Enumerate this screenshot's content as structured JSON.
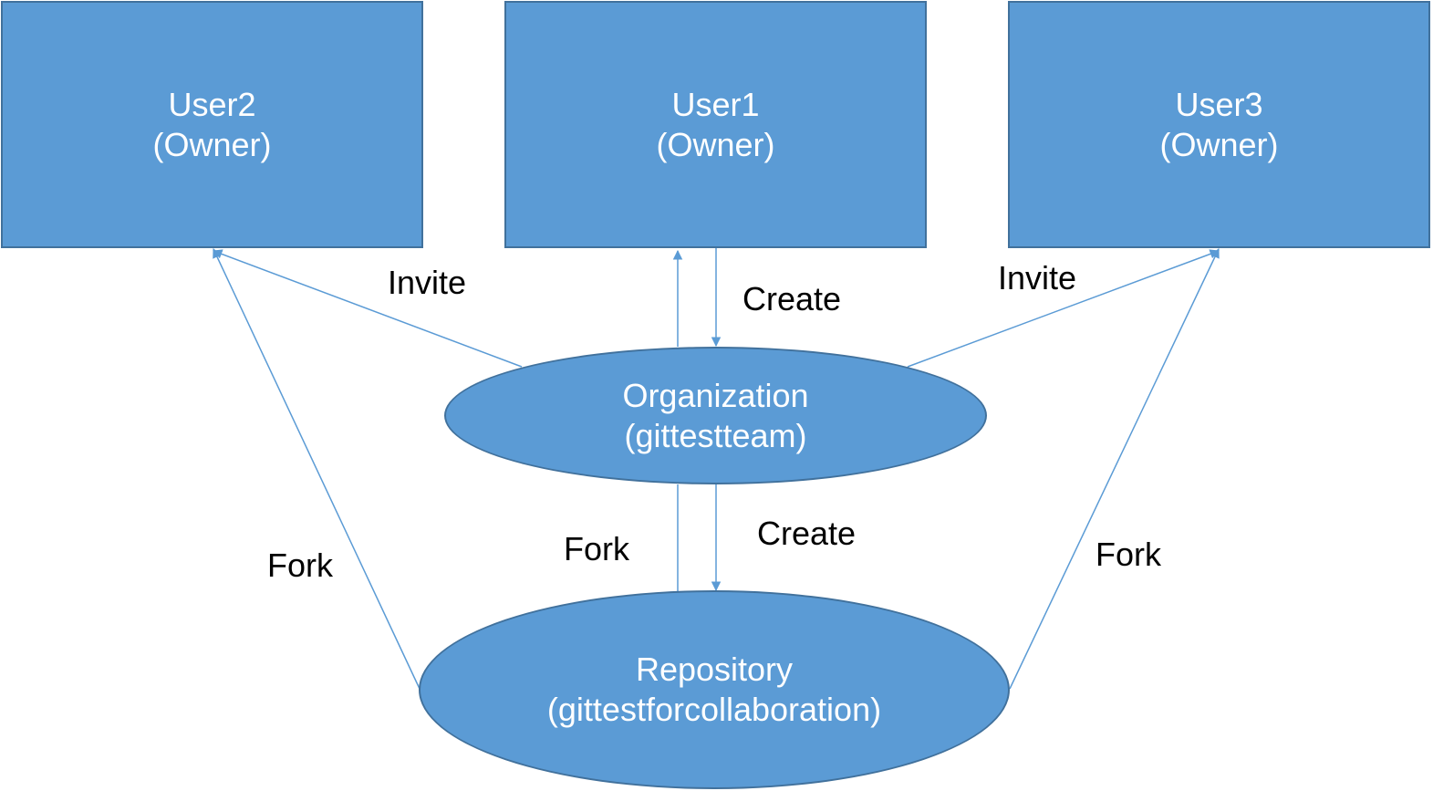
{
  "colors": {
    "node_fill": "#5b9bd5",
    "node_border": "#41719c",
    "node_text": "#ffffff",
    "edge": "#5b9bd5",
    "label_text": "#000000"
  },
  "nodes": {
    "user2": {
      "name": "User2",
      "role": "(Owner)"
    },
    "user1": {
      "name": "User1",
      "role": "(Owner)"
    },
    "user3": {
      "name": "User3",
      "role": "(Owner)"
    },
    "organization": {
      "name": "Organization",
      "sub": "(gittestteam)"
    },
    "repository": {
      "name": "Repository",
      "sub": "(gittestforcollaboration)"
    }
  },
  "edges": [
    {
      "from": "organization",
      "to": "user2",
      "label": "Invite"
    },
    {
      "from": "user1",
      "to": "organization",
      "label": "Create"
    },
    {
      "from": "organization",
      "to": "user1",
      "label": ""
    },
    {
      "from": "organization",
      "to": "user3",
      "label": "Invite"
    },
    {
      "from": "organization",
      "to": "repository",
      "label": "Create"
    },
    {
      "from": "repository",
      "to": "organization",
      "label": "Fork"
    },
    {
      "from": "repository",
      "to": "user2",
      "label": "Fork"
    },
    {
      "from": "repository",
      "to": "user3",
      "label": "Fork"
    }
  ]
}
